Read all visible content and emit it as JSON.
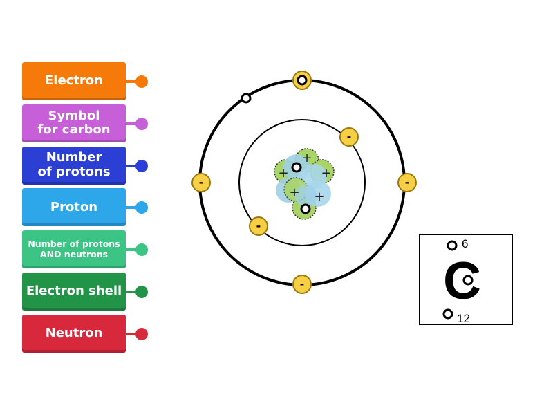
{
  "labels": [
    {
      "text": "Electron",
      "color": "#f57a0a"
    },
    {
      "text": "Symbol for carbon",
      "line1": "Symbol",
      "line2": "for carbon",
      "color": "#c65fd8"
    },
    {
      "text": "Number of protons",
      "line1": "Number",
      "line2": "of protons",
      "color": "#2b3fd4"
    },
    {
      "text": "Proton",
      "color": "#2ea6ea"
    },
    {
      "text": "Number of protons AND neutrons",
      "line1": "Number of protons",
      "line2": "AND neutrons",
      "color": "#3cc485"
    },
    {
      "text": "Electron shell",
      "color": "#219448"
    },
    {
      "text": "Neutron",
      "color": "#d8283b"
    }
  ],
  "element_box": {
    "atomic_number": "6",
    "symbol": "C",
    "mass_number": "12"
  },
  "electron_sign": "-",
  "proton_sign": "+"
}
